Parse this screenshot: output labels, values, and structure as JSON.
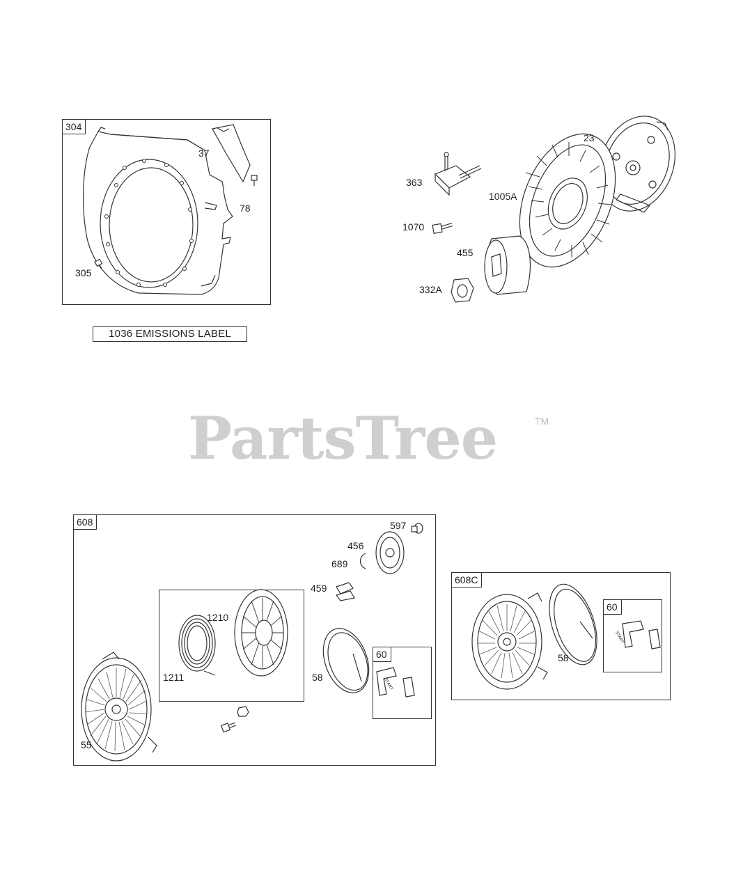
{
  "watermark": {
    "text": "PartsTree",
    "tm": "TM"
  },
  "emissions_label": "1036 EMISSIONS LABEL",
  "panels": {
    "blower_housing": {
      "tag": "304",
      "labels": {
        "p37": "37",
        "p78": "78",
        "p305": "305"
      }
    },
    "flywheel": {
      "labels": {
        "p23": "23",
        "p363": "363",
        "p1005A": "1005A",
        "p1070": "1070",
        "p455": "455",
        "p332A": "332A"
      }
    },
    "rewind_starter": {
      "tag": "608",
      "labels": {
        "p597": "597",
        "p456": "456",
        "p689": "689",
        "p459": "459",
        "p1210": "1210",
        "p1211": "1211",
        "p58": "58",
        "p55": "55"
      },
      "handle_box_tag": "60"
    },
    "rewind_starter_c": {
      "tag": "608C",
      "labels": {
        "p58": "58"
      },
      "handle_box_tag": "60"
    }
  },
  "handle_text": "START"
}
